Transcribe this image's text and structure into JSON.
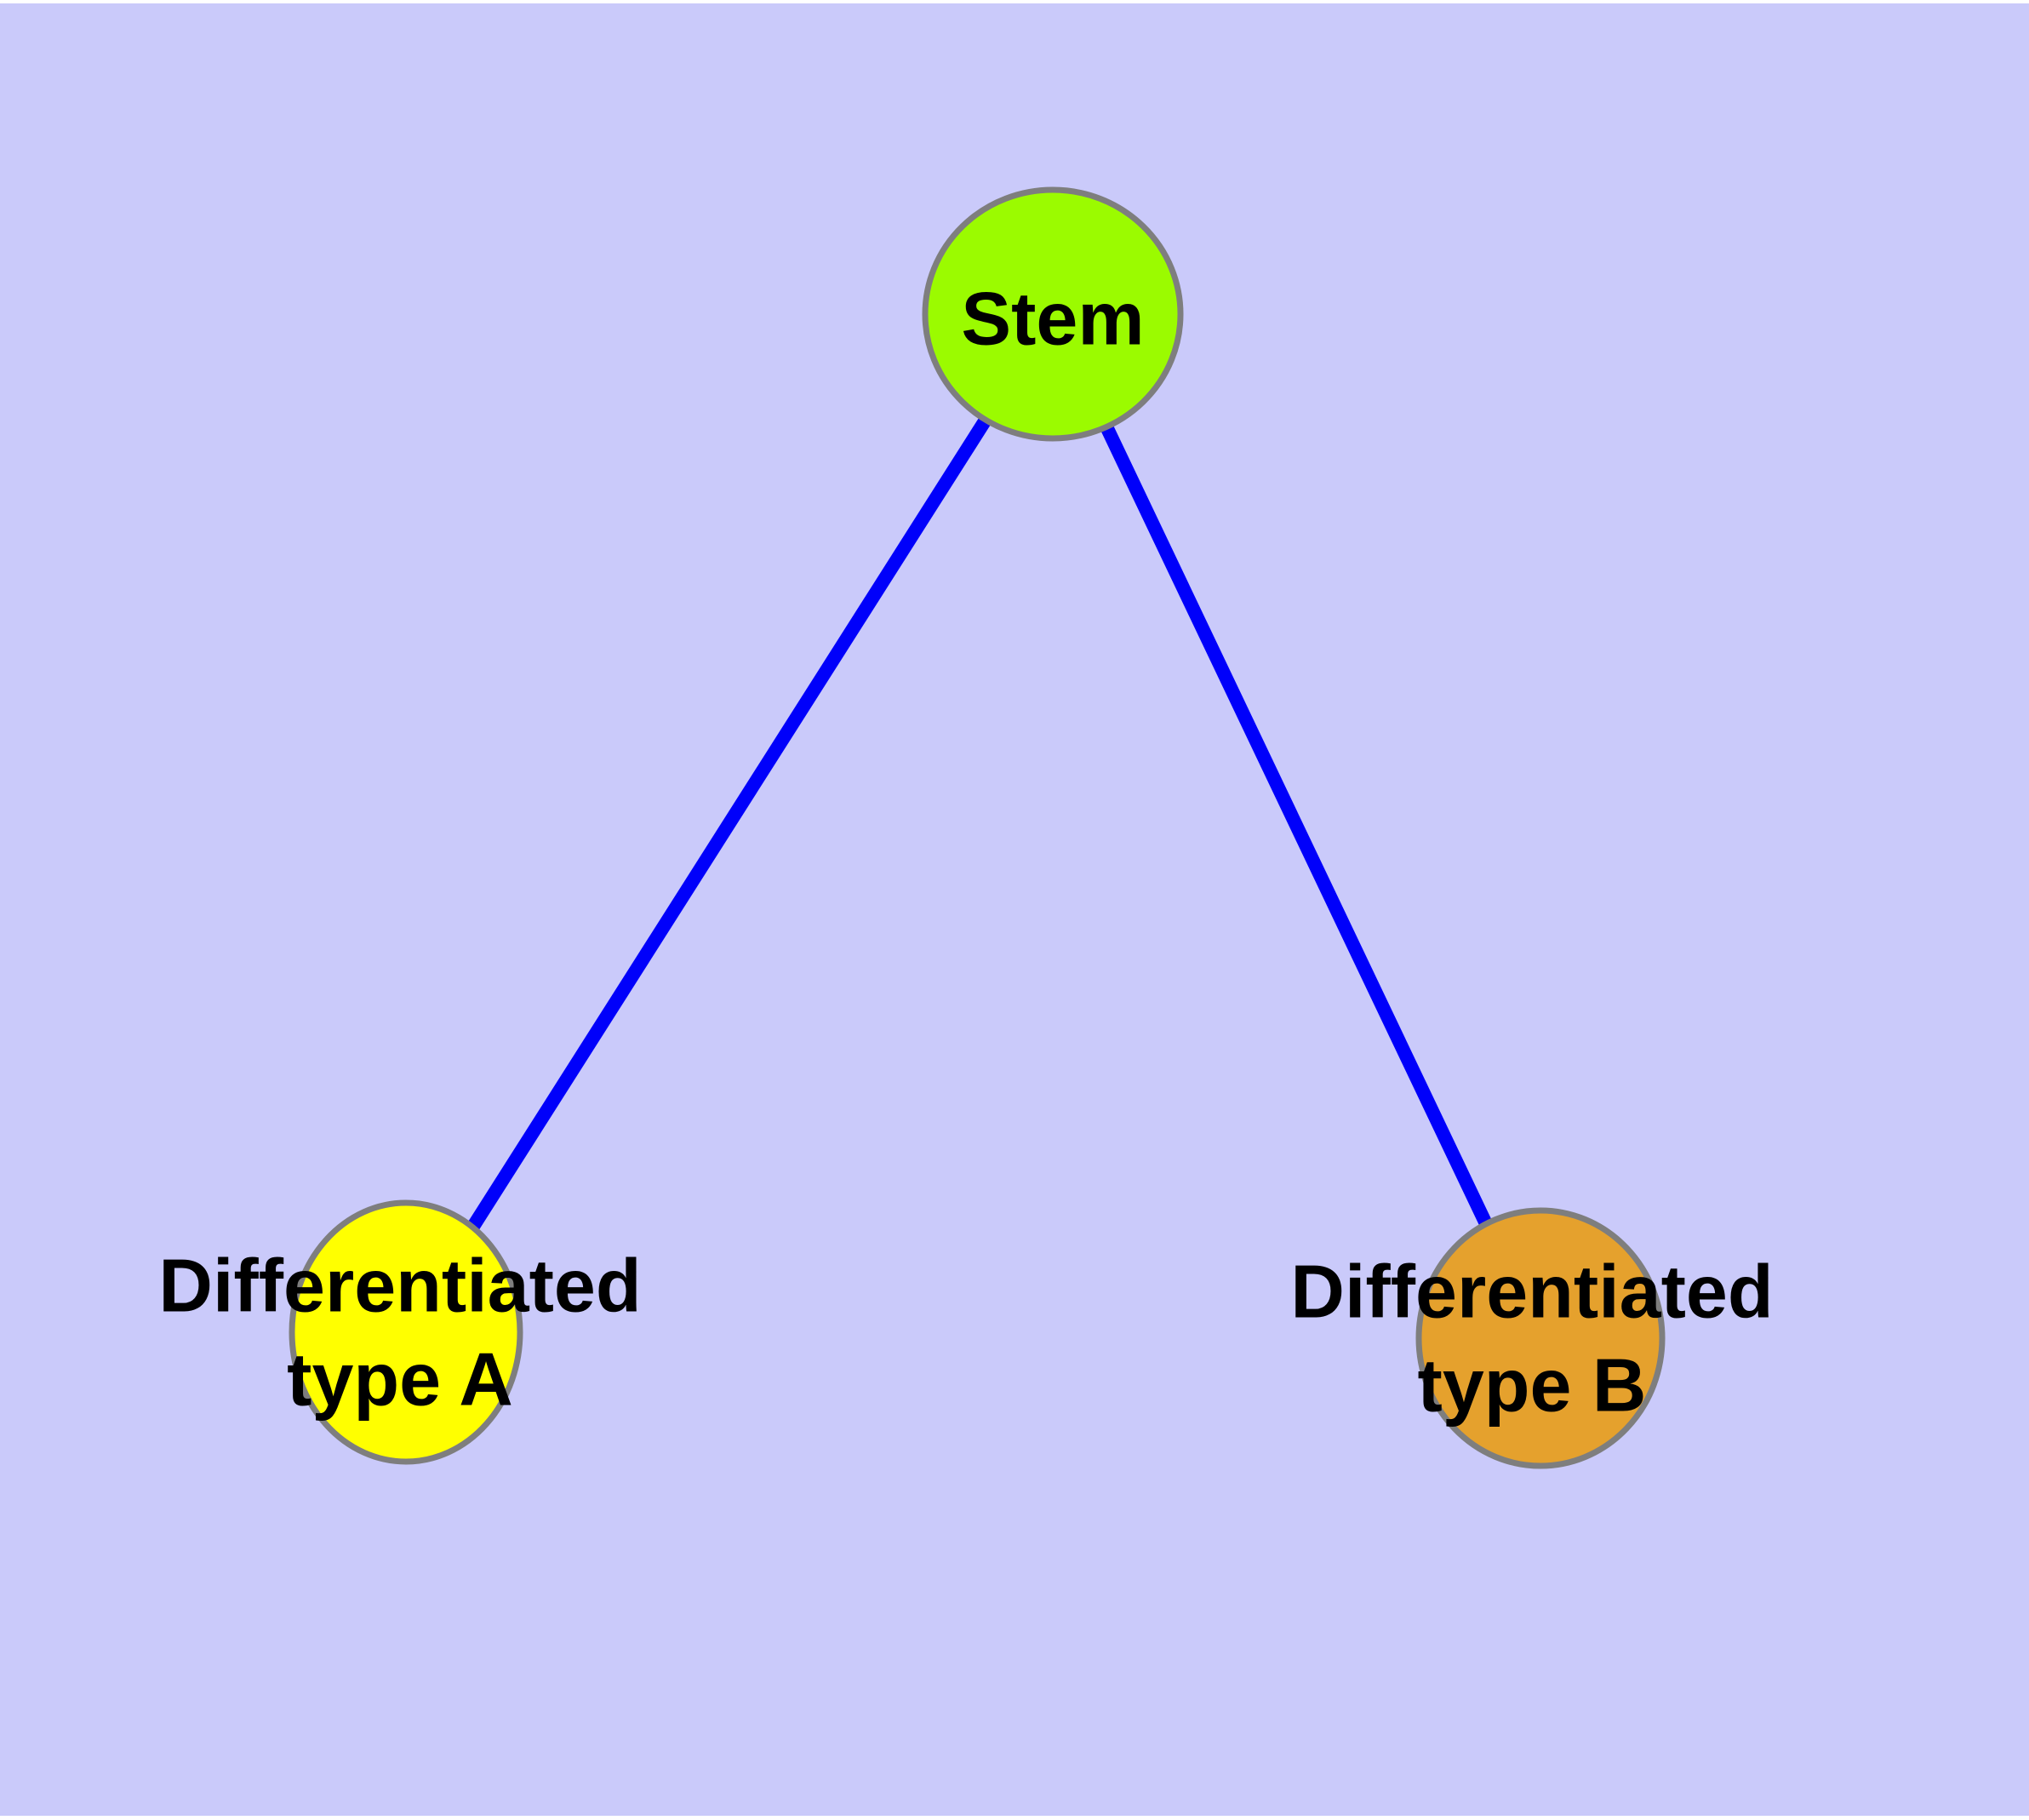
{
  "diagram": {
    "background_color": "#cacafa",
    "margin_color": "#ffffff",
    "node_border_color": "#7e7e7e",
    "edge_color": "#0000fa",
    "label_color": "#000000",
    "nodes": [
      {
        "id": "stem",
        "label": "Stem",
        "fill": "#9bfb00"
      },
      {
        "id": "diff-a",
        "label_line1": "Differentiated",
        "label_line2": "type A",
        "fill": "#ffff00"
      },
      {
        "id": "diff-b",
        "label_line1": "Differentiated",
        "label_line2": "type B",
        "fill": "#e5a12d"
      }
    ],
    "edges": [
      {
        "from": "stem",
        "to": "diff-a"
      },
      {
        "from": "stem",
        "to": "diff-b"
      }
    ]
  }
}
